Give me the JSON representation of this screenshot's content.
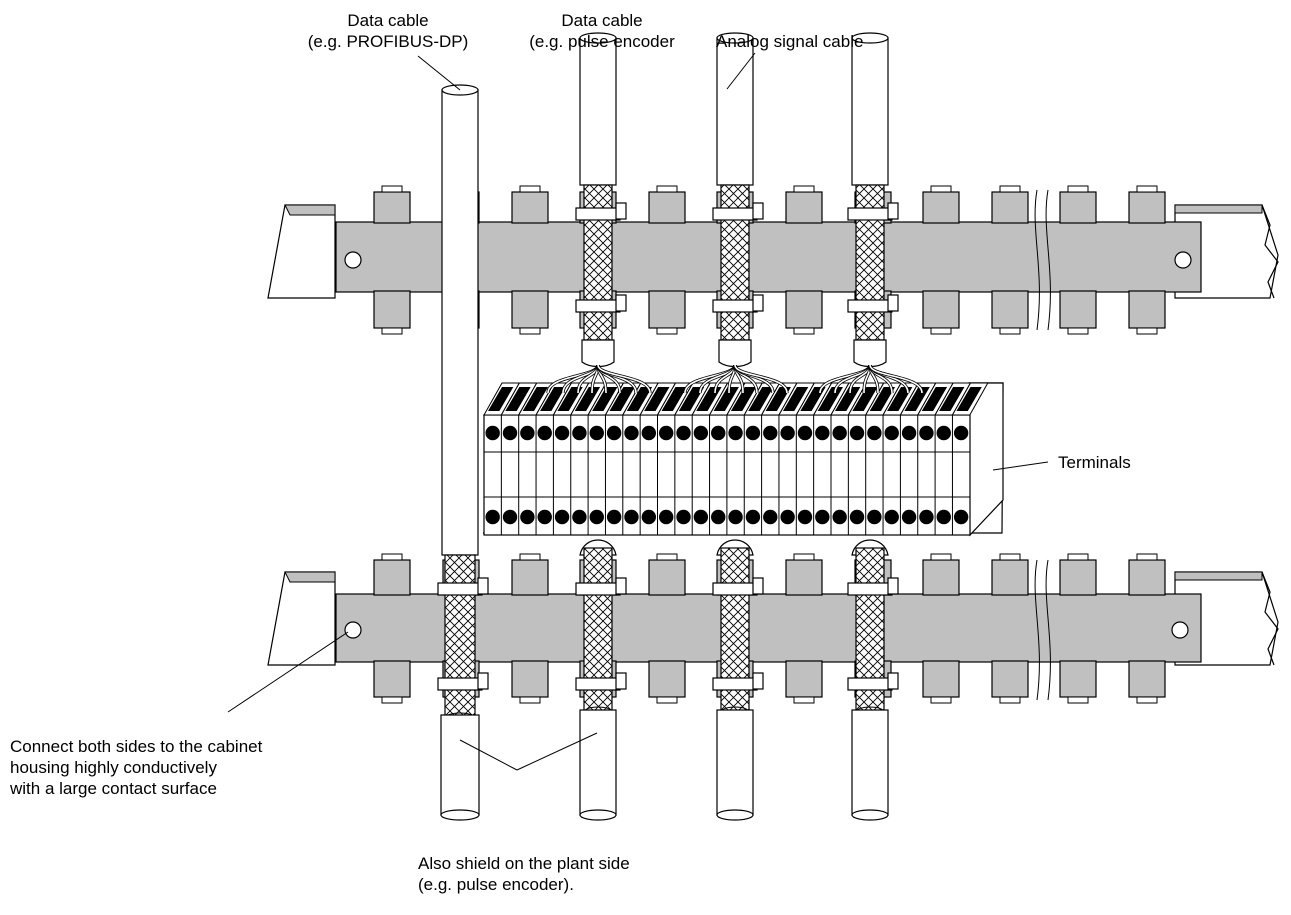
{
  "labels": {
    "data_cable_profibus": {
      "line1": "Data cable",
      "line2": "(e.g. PROFIBUS-DP)"
    },
    "data_cable_encoder": {
      "line1": "Data cable",
      "line2": "(e.g. pulse encoder"
    },
    "analog_cable": "Analog signal cable",
    "terminals": "Terminals",
    "connect_note": {
      "line1": "Connect both sides to the cabinet",
      "line2": "housing highly conductively",
      "line3": "with a large contact surface"
    },
    "shield_note": {
      "line1": "Also shield on the plant side",
      "line2": "(e.g. pulse encoder)."
    }
  },
  "colors": {
    "rail": "#c0c0c0",
    "ink": "#000000",
    "terminal_dot": "#000000",
    "paper": "#ffffff"
  }
}
